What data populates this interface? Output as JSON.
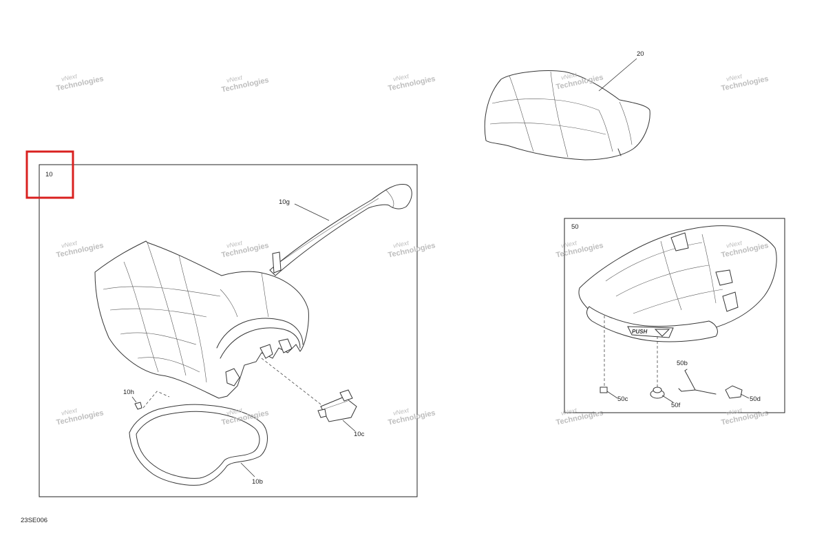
{
  "diagram_code": "23SE006",
  "watermark": {
    "line1": "vNext",
    "line2": "Technologies"
  },
  "assembly_10": {
    "number": "10",
    "parts": {
      "p10g": "10g",
      "p10h": "10h",
      "p10c": "10c",
      "p10b": "10b"
    }
  },
  "part_20": {
    "number": "20"
  },
  "assembly_50": {
    "number": "50",
    "push_text": "PUSH",
    "parts": {
      "p50b": "50b",
      "p50c": "50c",
      "p50f": "50f",
      "p50d": "50d"
    }
  },
  "colors": {
    "highlight": "#d9201f",
    "line": "#333333",
    "watermark": "#bdbdbd"
  }
}
